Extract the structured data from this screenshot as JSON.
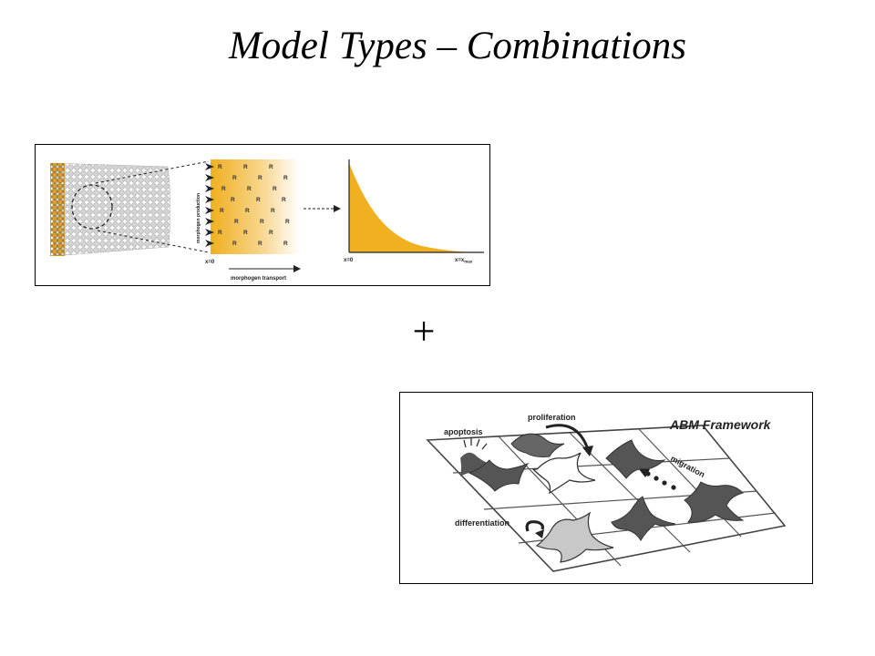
{
  "slide": {
    "title": "Model Types – Combinations",
    "operator": "+"
  },
  "morphogen_figure": {
    "rotated_label": "morphogen production",
    "origin_label": "x=0",
    "transport_label": "morphogen transport",
    "plot_origin_label": "x=0",
    "plot_max_label": "x=x",
    "plot_max_subscript": "max",
    "receptor_letter": "R",
    "colors": {
      "gradient": "#f0b020",
      "cells": "#b8b8b8",
      "source": "#c8961e"
    }
  },
  "abm_figure": {
    "title": "ABM Framework",
    "labels": {
      "apoptosis": "apoptosis",
      "proliferation": "proliferation",
      "migration": "migration",
      "differentiation": "differentiation"
    }
  }
}
